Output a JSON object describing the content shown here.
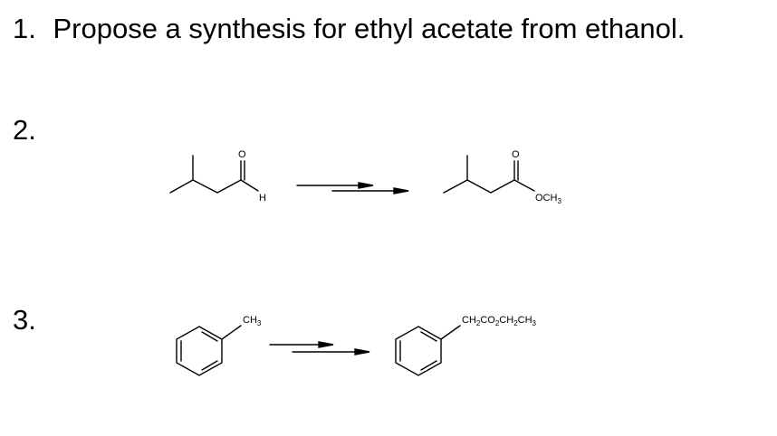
{
  "question1": {
    "number": "1.",
    "text": "Propose a synthesis for ethyl acetate from ethanol."
  },
  "question2": {
    "number": "2.",
    "reactant": {
      "carbonyl_o": "O",
      "h_label": "H"
    },
    "product": {
      "carbonyl_o": "O",
      "och3_label": "OCH",
      "och3_sub": "3"
    }
  },
  "question3": {
    "number": "3.",
    "reactant": {
      "ch3_label": "CH",
      "ch3_sub": "3"
    },
    "product": {
      "label_parts": [
        "CH",
        "2",
        "CO",
        "2",
        "CH",
        "2",
        "CH",
        "3"
      ]
    }
  }
}
